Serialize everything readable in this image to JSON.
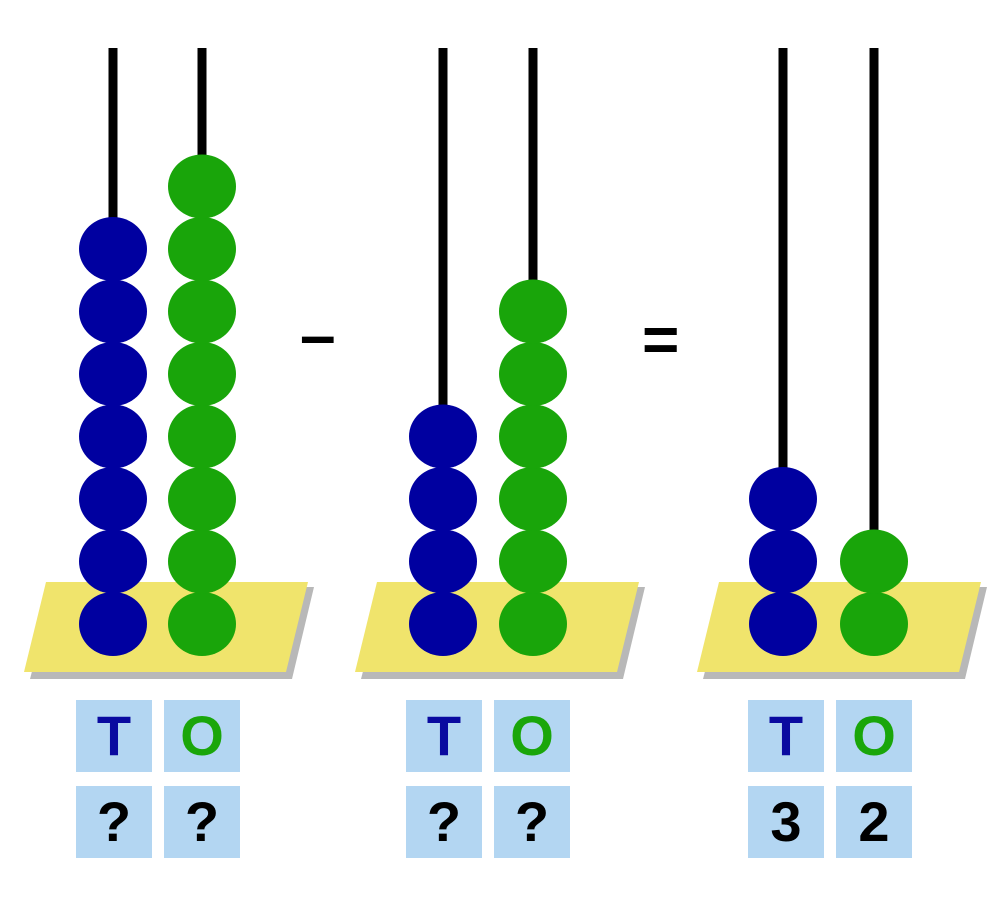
{
  "colors": {
    "tens_bead": "#0000a0",
    "ones_bead": "#19a50a",
    "base": "#f0e46c",
    "label_bg": "#b3d6f2",
    "rod": "#000000"
  },
  "operators": {
    "minus": "–",
    "equals": "="
  },
  "abacuses": [
    {
      "tens_beads": 7,
      "ones_beads": 8,
      "labels": {
        "tens": "T",
        "ones": "O"
      },
      "values": {
        "tens": "?",
        "ones": "?"
      }
    },
    {
      "tens_beads": 4,
      "ones_beads": 6,
      "labels": {
        "tens": "T",
        "ones": "O"
      },
      "values": {
        "tens": "?",
        "ones": "?"
      }
    },
    {
      "tens_beads": 3,
      "ones_beads": 2,
      "labels": {
        "tens": "T",
        "ones": "O"
      },
      "values": {
        "tens": "3",
        "ones": "2"
      }
    }
  ]
}
